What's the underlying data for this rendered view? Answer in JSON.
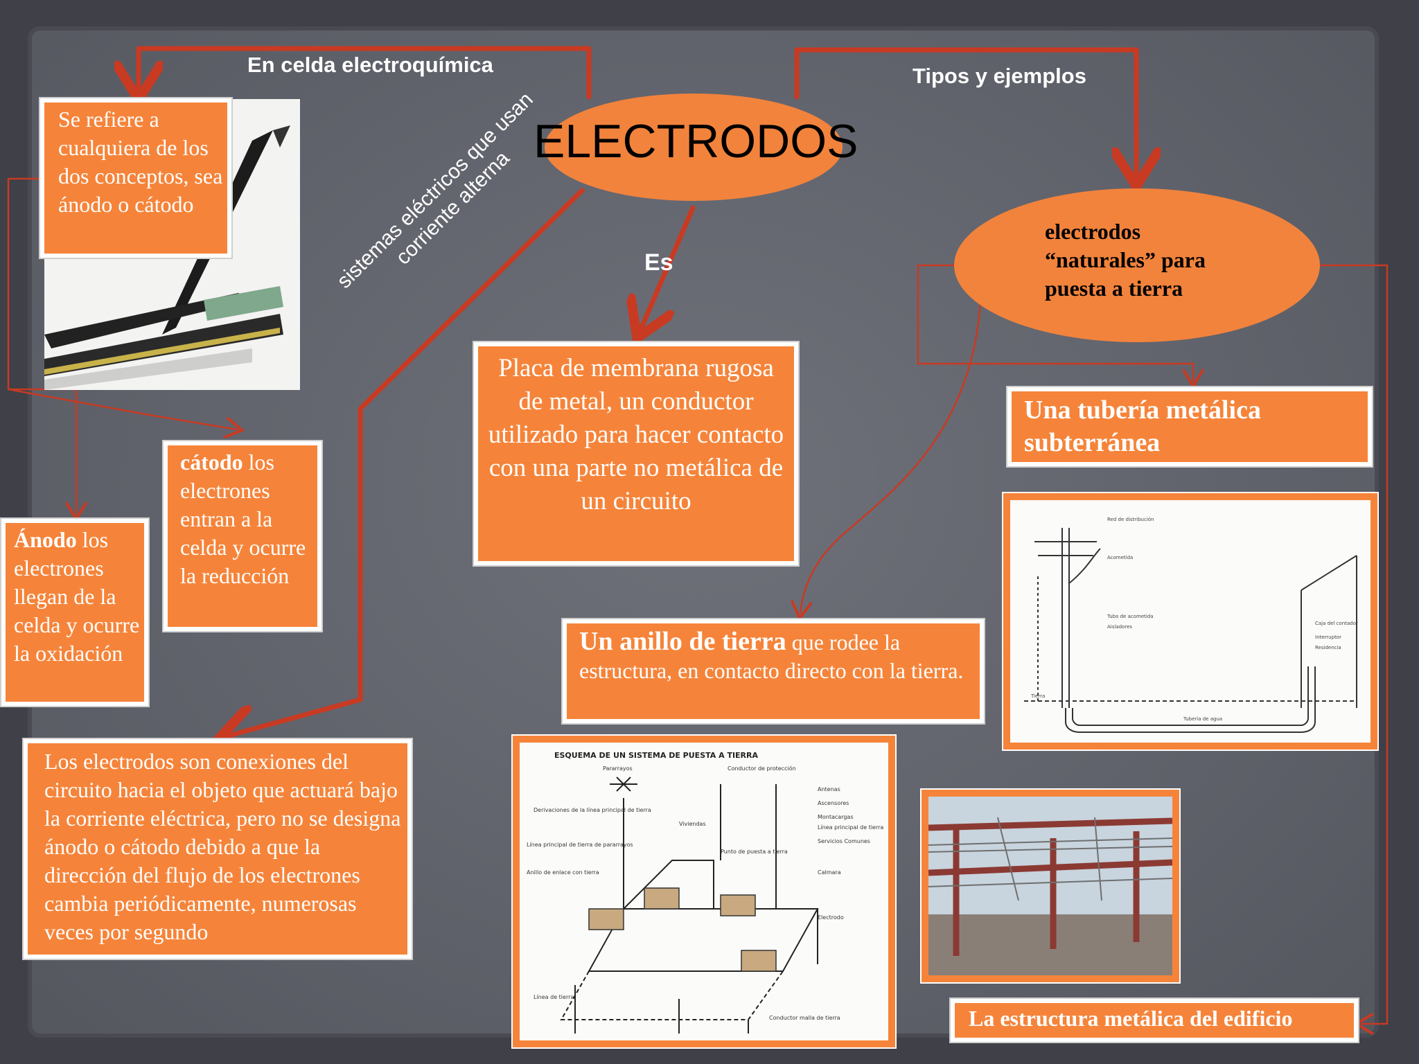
{
  "title": "ELECTRODOS",
  "edges": {
    "left_top": "En celda electroquímica",
    "right_top": "Tipos y ejemplos",
    "center": "Es",
    "diagonal_line1": "sistemas eléctricos que usan",
    "diagonal_line2": "corriente alterna"
  },
  "nodes": {
    "definition": "Se refiere a cualquiera de los dos conceptos, sea ánodo o cátodo",
    "catodo_term": "cátodo",
    "catodo_text": " los electrones entran a la celda y ocurre la reducción",
    "anodo_term": "Ánodo",
    "anodo_text": " los electrones llegan de la celda y ocurre la oxidación",
    "es_text": "Placa de membrana rugosa de metal, un conductor utilizado para hacer contacto con una parte no metálica de un circuito",
    "ac_text": "Los electrodos son conexiones del circuito hacia el objeto que actuará bajo la corriente eléctrica, pero no se designa ánodo o cátodo debido a que la dirección del flujo de los electrones cambia periódicamente, numerosas veces por segundo",
    "natural_text": "electrodos “naturales” para puesta a tierra",
    "tuberia_text": "Una tubería metálica subterránea",
    "anillo_term": "Un anillo de tierra",
    "anillo_text": " que rodee la estructura, en contacto directo con la tierra.",
    "estructura_text": "La estructura metálica del edificio"
  },
  "schematic": {
    "title": "ESQUEMA DE UN SISTEMA DE PUESTA A TIERRA",
    "labels": [
      "Pararrayos",
      "Conductor de protección",
      "Derivaciones de la línea principal de tierra",
      "Línea principal de tierra de pararrayos",
      "Anillo de enlace con tierra",
      "Punto de puesta a tierra",
      "Antenas",
      "Ascensores",
      "Montacargas",
      "Línea principal de tierra",
      "Servicios Comunes",
      "Calmara",
      "Electrodo",
      "Conductor malla de tierra",
      "Viviendas",
      "Línea de tierra"
    ]
  },
  "pipe_diagram": {
    "labels": [
      "Red de distribución",
      "Acometida",
      "Tubo de acometida",
      "Aisladores",
      "Caja del contador",
      "Interruptor",
      "Tierra",
      "Tubería de agua",
      "Residencia"
    ]
  },
  "colors": {
    "box_fill": "#f5843a",
    "arrow": "#c83a22",
    "ellipse_fill": "#f2833c",
    "background": "#3f4048"
  }
}
